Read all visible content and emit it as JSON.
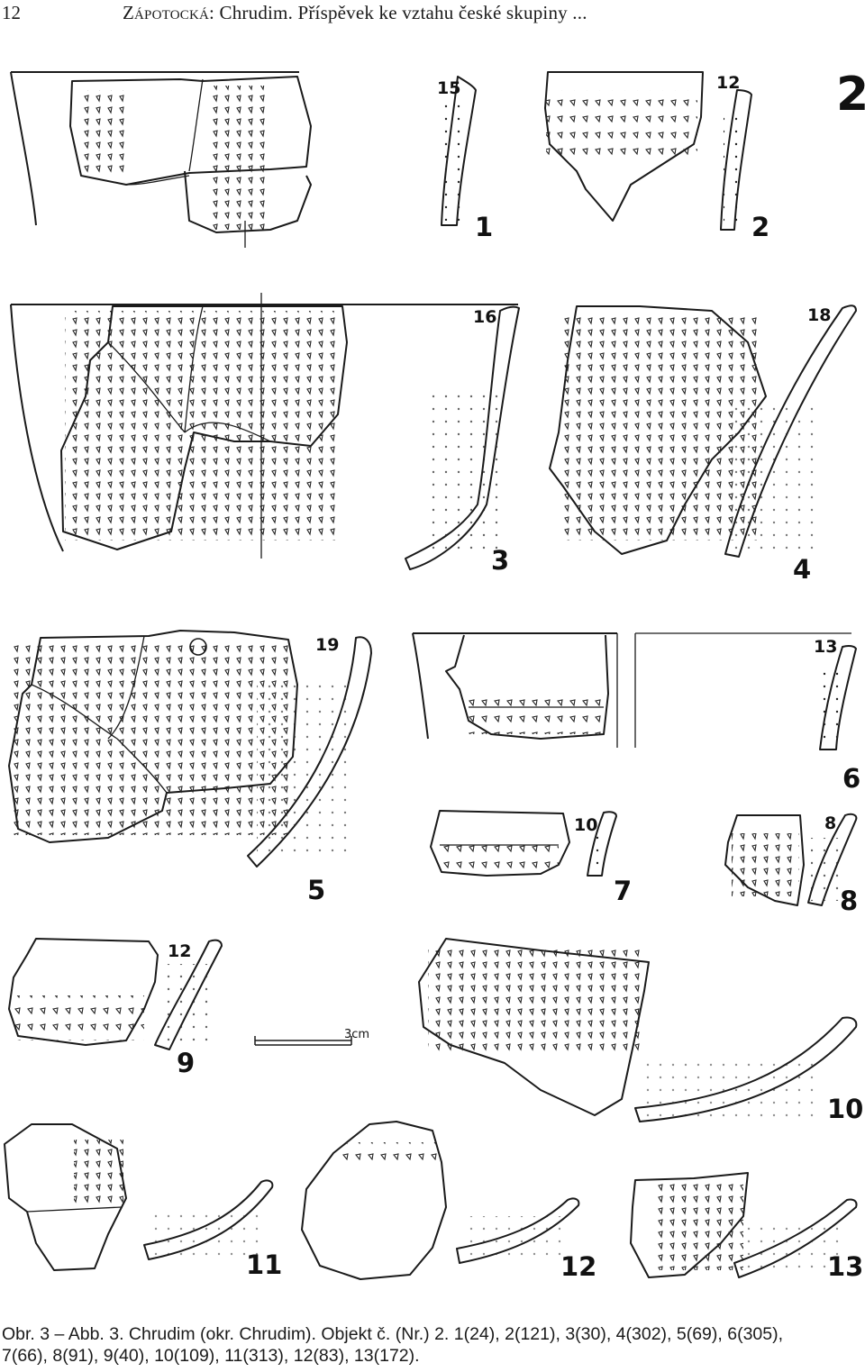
{
  "header": {
    "page_number": "12",
    "author": "Zápotocká",
    "title_rest": ": Chrudim. Příspěvek ke vztahu české skupiny ..."
  },
  "plate": {
    "number": "2",
    "scale_label": "3cm",
    "figures": [
      {
        "label": "1",
        "profile_no": "15"
      },
      {
        "label": "2",
        "profile_no": "12"
      },
      {
        "label": "3",
        "profile_no": "16"
      },
      {
        "label": "4",
        "profile_no": "18"
      },
      {
        "label": "5",
        "profile_no": "19"
      },
      {
        "label": "6",
        "profile_no": "13"
      },
      {
        "label": "7",
        "profile_no": "10"
      },
      {
        "label": "8",
        "profile_no": "8"
      },
      {
        "label": "9",
        "profile_no": "12"
      },
      {
        "label": "10"
      },
      {
        "label": "11"
      },
      {
        "label": "12"
      },
      {
        "label": "13"
      }
    ]
  },
  "caption": {
    "line1": "Obr. 3 – Abb. 3. Chrudim (okr. Chrudim). Objekt č. (Nr.) 2. 1(24), 2(121), 3(30), 4(302), 5(69), 6(305),",
    "line2": "7(66), 8(91), 9(40), 10(109), 11(313), 12(83), 13(172)."
  }
}
